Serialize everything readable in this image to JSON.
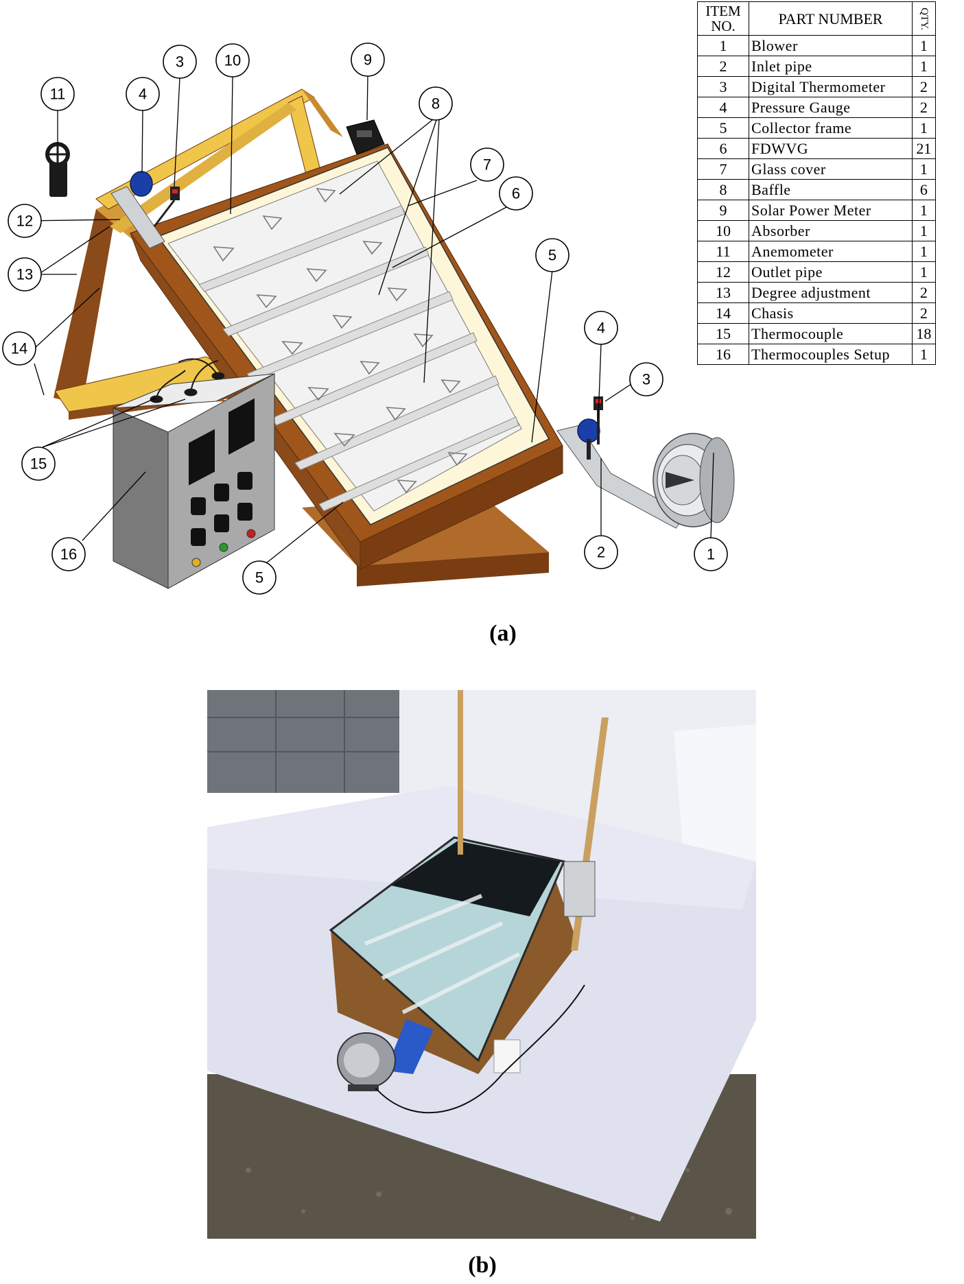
{
  "bom_table": {
    "headers": {
      "item_no": "ITEM NO.",
      "part_number": "PART NUMBER",
      "qty": "QTY."
    },
    "rows": [
      {
        "item": "1",
        "part": "Blower",
        "qty": "1"
      },
      {
        "item": "2",
        "part": "Inlet pipe",
        "qty": "1"
      },
      {
        "item": "3",
        "part": "Digital Thermometer",
        "qty": "2"
      },
      {
        "item": "4",
        "part": "Pressure Gauge",
        "qty": "2"
      },
      {
        "item": "5",
        "part": "Collector frame",
        "qty": "1"
      },
      {
        "item": "6",
        "part": "FDWVG",
        "qty": "21"
      },
      {
        "item": "7",
        "part": "Glass cover",
        "qty": "1"
      },
      {
        "item": "8",
        "part": "Baffle",
        "qty": "6"
      },
      {
        "item": "9",
        "part": "Solar Power Meter",
        "qty": "1"
      },
      {
        "item": "10",
        "part": "Absorber",
        "qty": "1"
      },
      {
        "item": "11",
        "part": "Anemometer",
        "qty": "1"
      },
      {
        "item": "12",
        "part": "Outlet pipe",
        "qty": "1"
      },
      {
        "item": "13",
        "part": "Degree adjustment",
        "qty": "2"
      },
      {
        "item": "14",
        "part": "Chasis",
        "qty": "2"
      },
      {
        "item": "15",
        "part": "Thermocouple",
        "qty": "18"
      },
      {
        "item": "16",
        "part": "Thermocouples Setup",
        "qty": "1"
      }
    ]
  },
  "callouts": [
    "11",
    "4",
    "3",
    "10",
    "9",
    "8",
    "7",
    "6",
    "5",
    "12",
    "13",
    "14",
    "15",
    "16",
    "5",
    "2",
    "1",
    "4",
    "3"
  ],
  "captions": {
    "a": "(a)",
    "b": "(b)"
  },
  "colors": {
    "wood_light": "#f0c64a",
    "wood_dark": "#8a4a1a",
    "glass_cover": "#fdf6d8",
    "absorber": "#f2f2f2",
    "gauge_blue": "#1a3fa8",
    "tarp": "#e4e6f2",
    "grass": "#4a4a3a"
  }
}
